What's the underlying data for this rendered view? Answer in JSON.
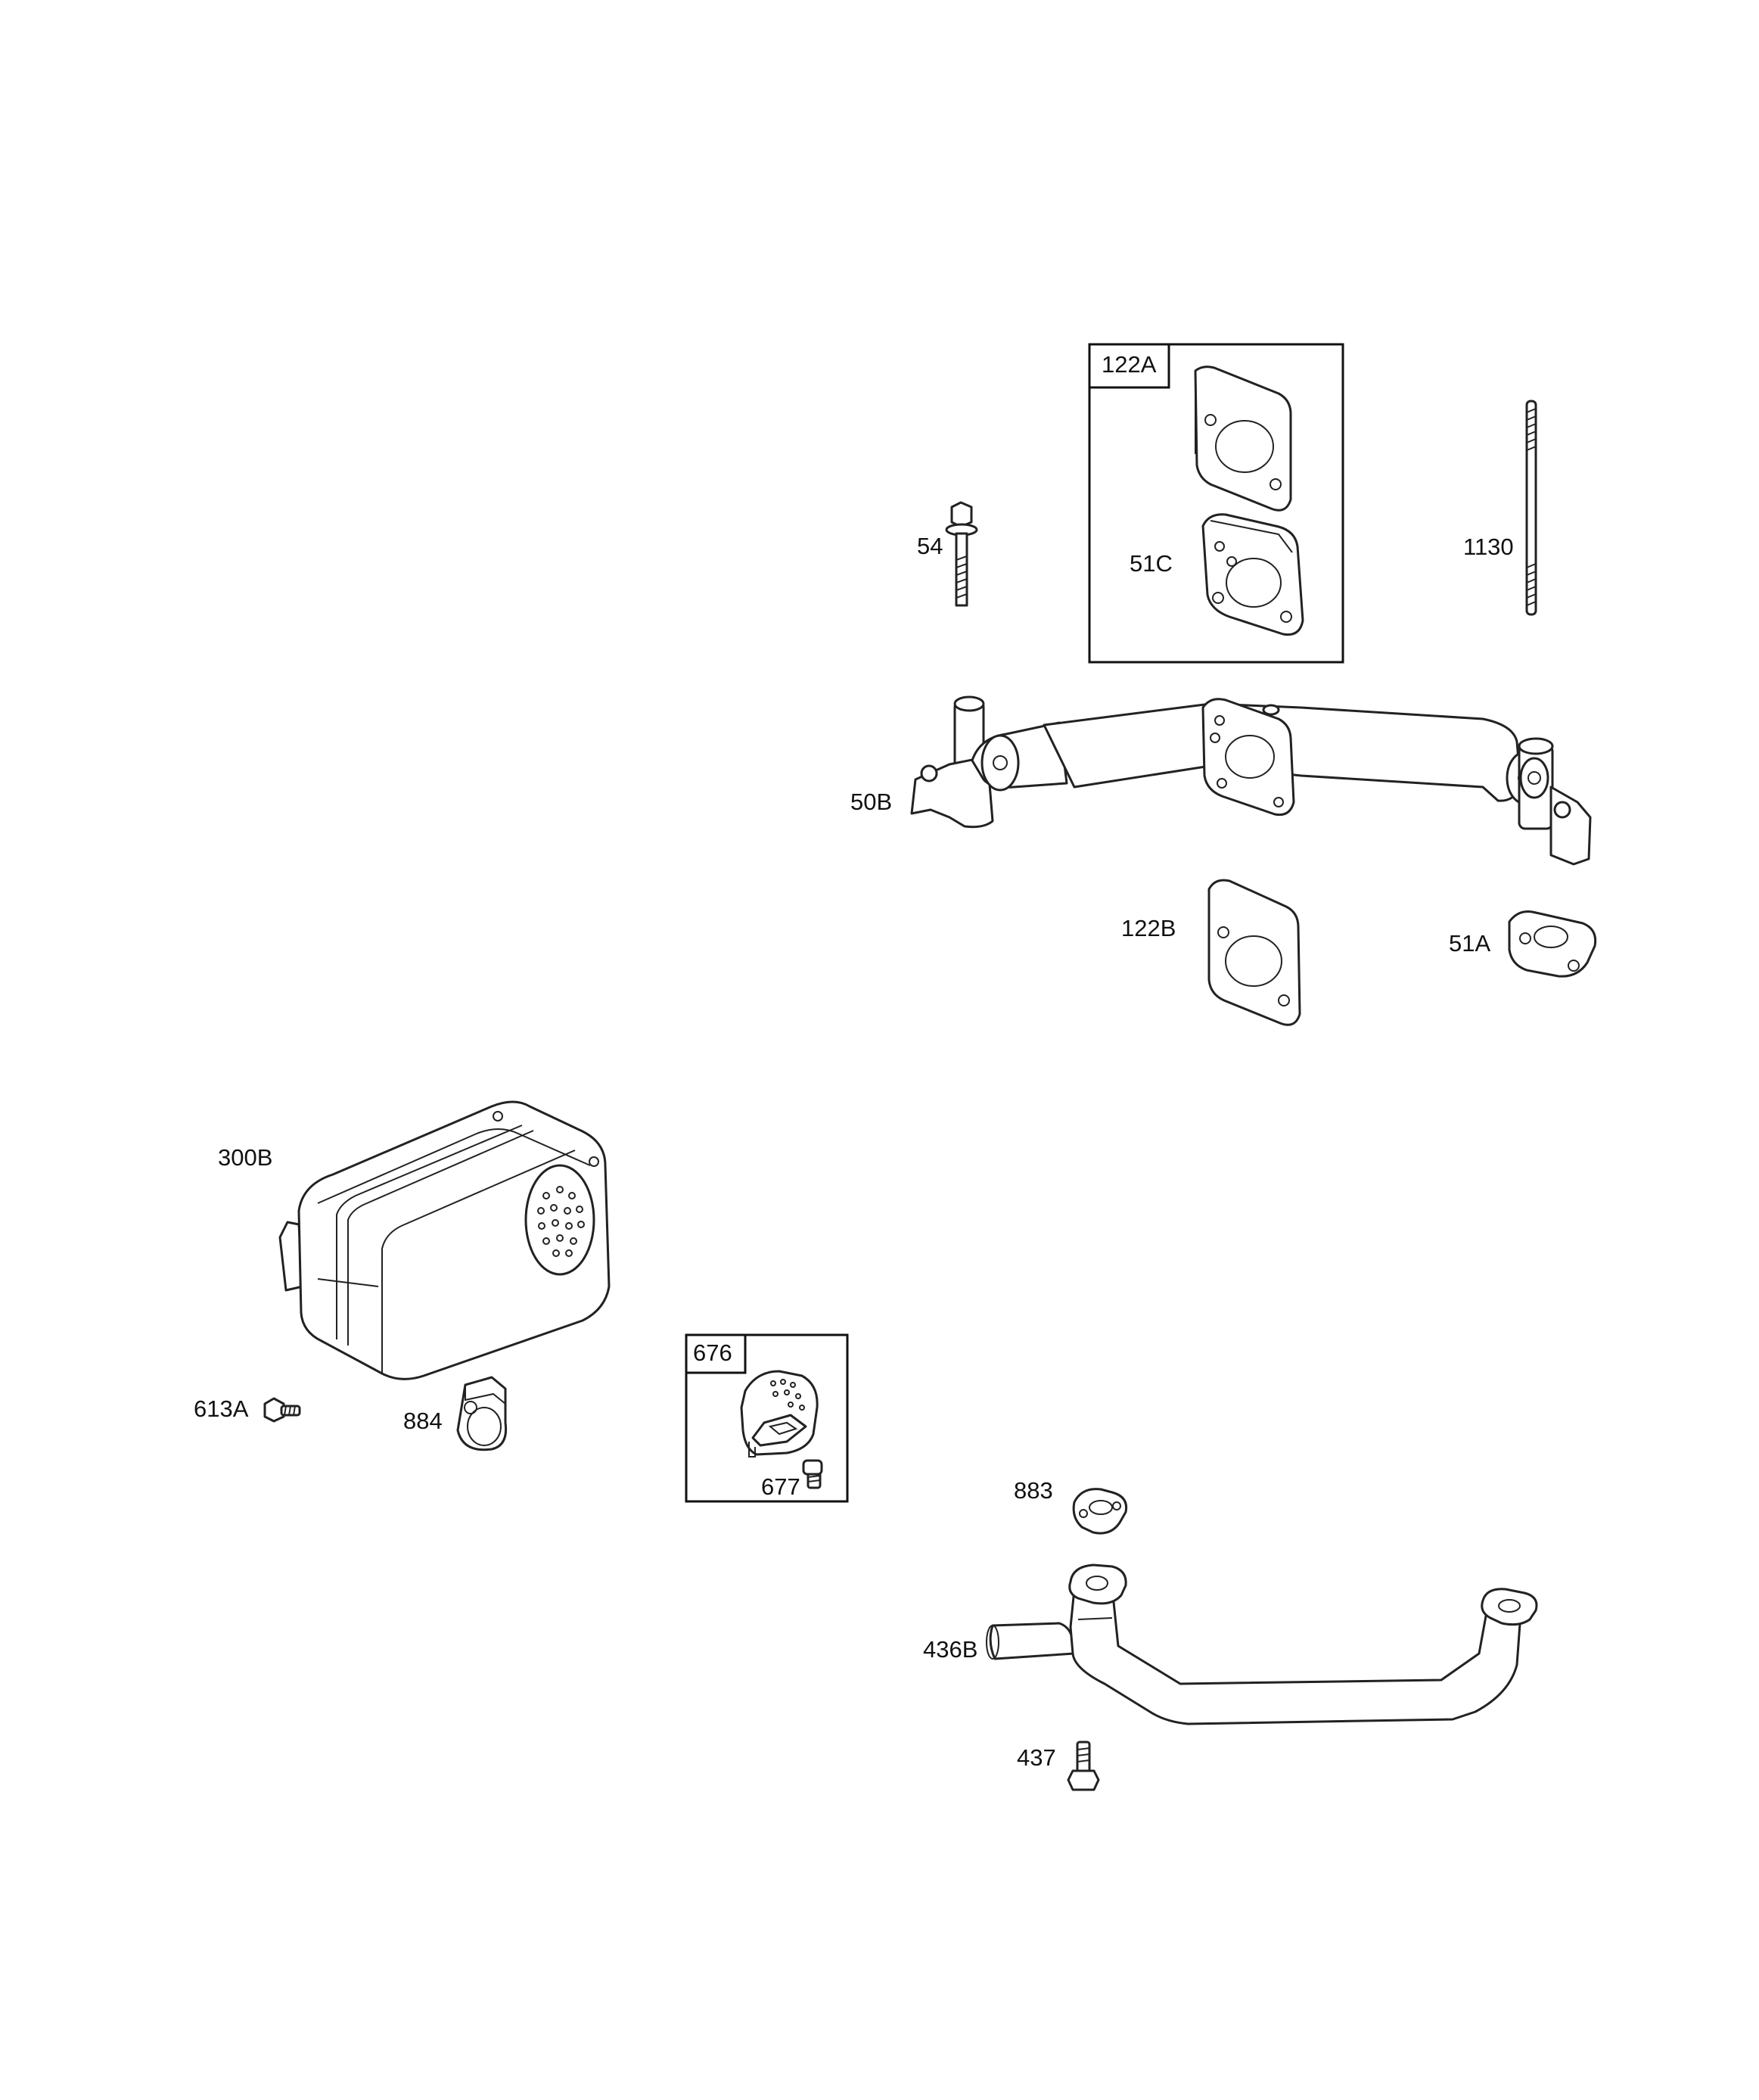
{
  "labels": {
    "p122A": "122A",
    "p51C": "51C",
    "p54": "54",
    "p1130": "1130",
    "p50B": "50B",
    "p122B": "122B",
    "p51A": "51A",
    "p300B": "300B",
    "p613A": "613A",
    "p884": "884",
    "p676": "676",
    "p677": "677",
    "p883": "883",
    "p436B": "436B",
    "p437": "437"
  },
  "colors": {
    "line": "#222222",
    "background": "#ffffff"
  }
}
